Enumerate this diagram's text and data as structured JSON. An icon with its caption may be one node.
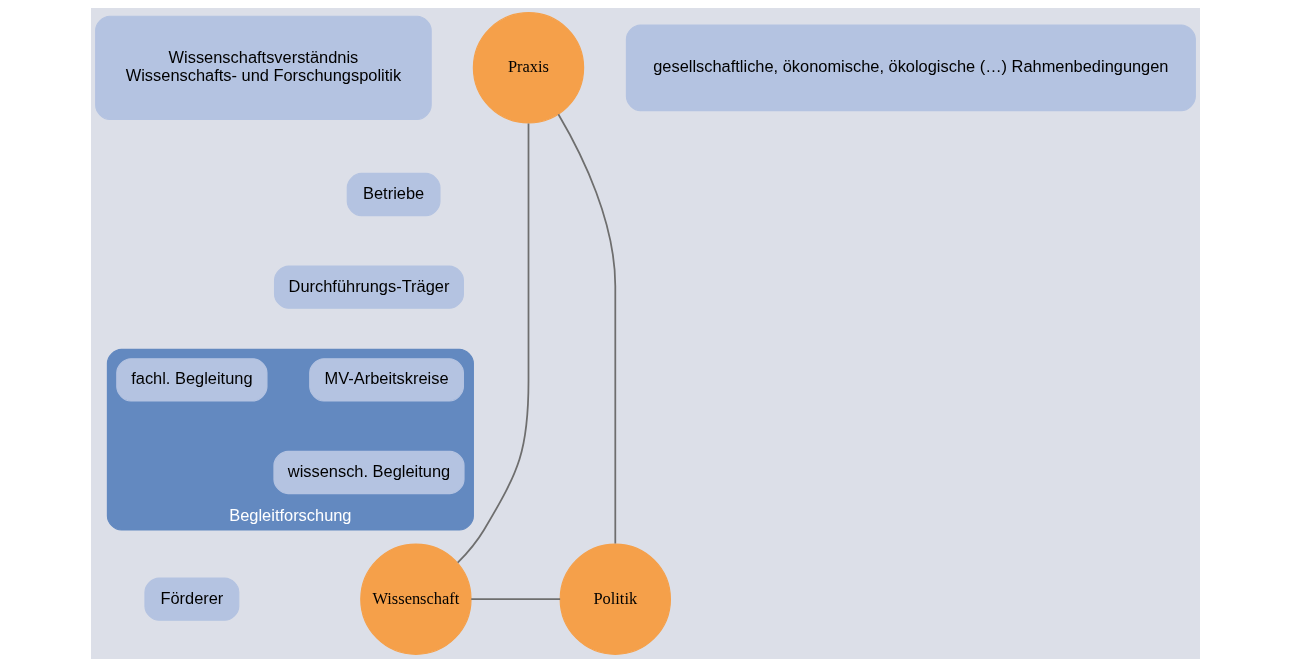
{
  "diagram": {
    "nodes": [
      {
        "text": [
          "Praxis"
        ]
      },
      {
        "text": [
          "Wissenschaftsverständnis",
          "Wissenschafts- und Forschungspolitik"
        ]
      },
      {
        "text": [
          "gesellschaftliche, ökonomische, ökologische (…) Rahmenbedingungen"
        ]
      },
      {
        "text": [
          "Betriebe"
        ]
      },
      {
        "text": [
          "Durchführungs-Träger"
        ]
      },
      {
        "text": [
          "Begleitforschung"
        ]
      },
      {
        "text": [
          "MV-Arbeitskreise"
        ],
        "in": 5
      },
      {
        "text": [
          "fachl. Begleitung"
        ],
        "in": 5
      },
      {
        "text": [
          "wissensch. Begleitung"
        ],
        "in": 5
      },
      {
        "text": [
          "Wissenschaft"
        ]
      },
      {
        "text": [
          "Förderer"
        ]
      },
      {
        "text": [
          "Politik"
        ]
      }
    ],
    "edges": [
      {
        "from": 0,
        "to": 9,
        "arrow": "none"
      },
      {
        "from": 0,
        "to": 11,
        "arrow": "none"
      },
      {
        "from": 9,
        "to": 11,
        "arrow": "none"
      }
    ]
  }
}
